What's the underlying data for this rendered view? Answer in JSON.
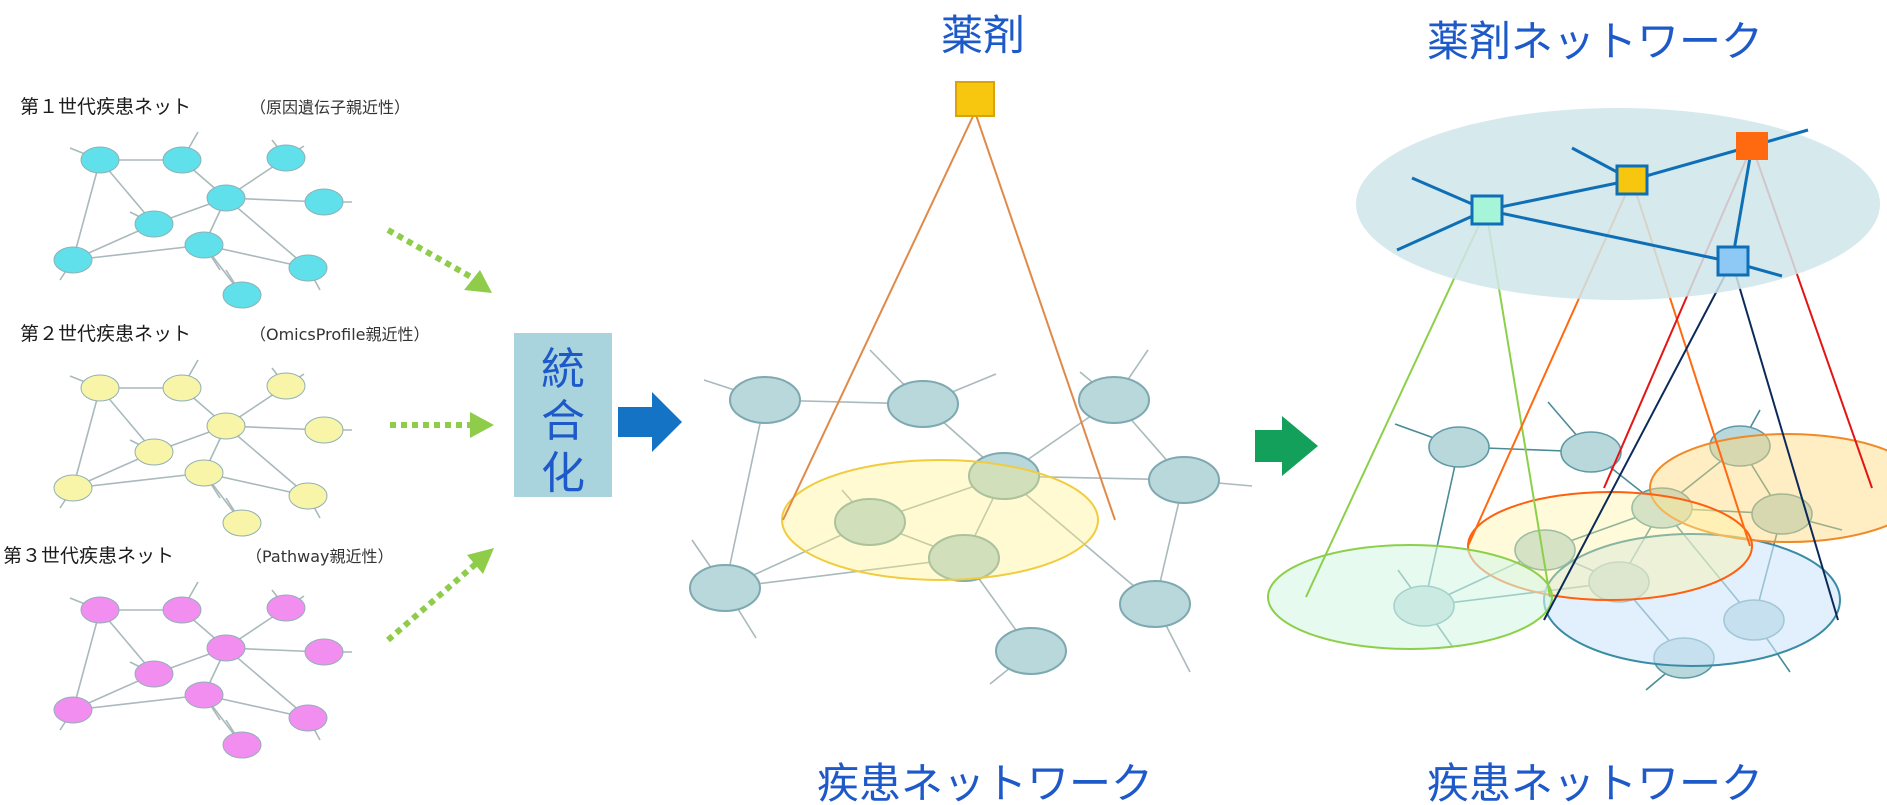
{
  "colors": {
    "title_blue": "#1d59c9",
    "cyan_node": "#5fe0ea",
    "yellow_node": "#f8f4a8",
    "pink_node": "#f28ef0",
    "merge_box": "#a9d4dd",
    "arrow_blue": "#1473c4",
    "arrow_green": "#12a05a",
    "dotted_arrow": "#8fcc4a",
    "drug_yellow": "#f7c70f",
    "drug_orange": "#ff6a10",
    "drug_mint": "#a7f5d9",
    "drug_lightblue": "#8ec9f5"
  },
  "left_networks": [
    {
      "title": "第１世代疾患ネット",
      "subtitle": "（原因遺伝子親近性）",
      "node_color": "cyan"
    },
    {
      "title": "第２世代疾患ネット",
      "subtitle": "（OmicsProfile親近性）",
      "node_color": "yellow"
    },
    {
      "title": "第３世代疾患ネット",
      "subtitle": "（Pathway親近性）",
      "node_color": "pink"
    }
  ],
  "merge": {
    "chars": [
      "統",
      "合",
      "化"
    ]
  },
  "middle": {
    "drug_label": "薬剤",
    "network_label": "疾患ネットワーク"
  },
  "right": {
    "drug_network_label": "薬剤ネットワーク",
    "network_label": "疾患ネットワーク"
  },
  "icons": [
    "dotted-arrow-icon",
    "block-arrow-icon",
    "drug-square-icon"
  ]
}
